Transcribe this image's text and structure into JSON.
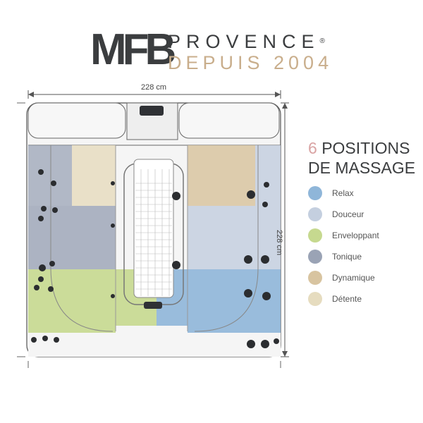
{
  "brand": {
    "name_main": "MFB",
    "name_second": "PROVENCE",
    "registered": "®",
    "tagline": "DEPUIS 2004"
  },
  "dimensions": {
    "width_label": "228 cm",
    "depth_label": "228 cm"
  },
  "legend": {
    "count": "6",
    "title_line1": "POSITIONS",
    "title_line2": "DE MASSAGE",
    "items": [
      {
        "label": "Relax",
        "color": "#8fb6d9"
      },
      {
        "label": "Douceur",
        "color": "#c4cfdf"
      },
      {
        "label": "Enveloppant",
        "color": "#c6d98f"
      },
      {
        "label": "Tonique",
        "color": "#9aa3b5"
      },
      {
        "label": "Dynamique",
        "color": "#d8c4a0"
      },
      {
        "label": "Détente",
        "color": "#e6dcbf"
      }
    ]
  }
}
